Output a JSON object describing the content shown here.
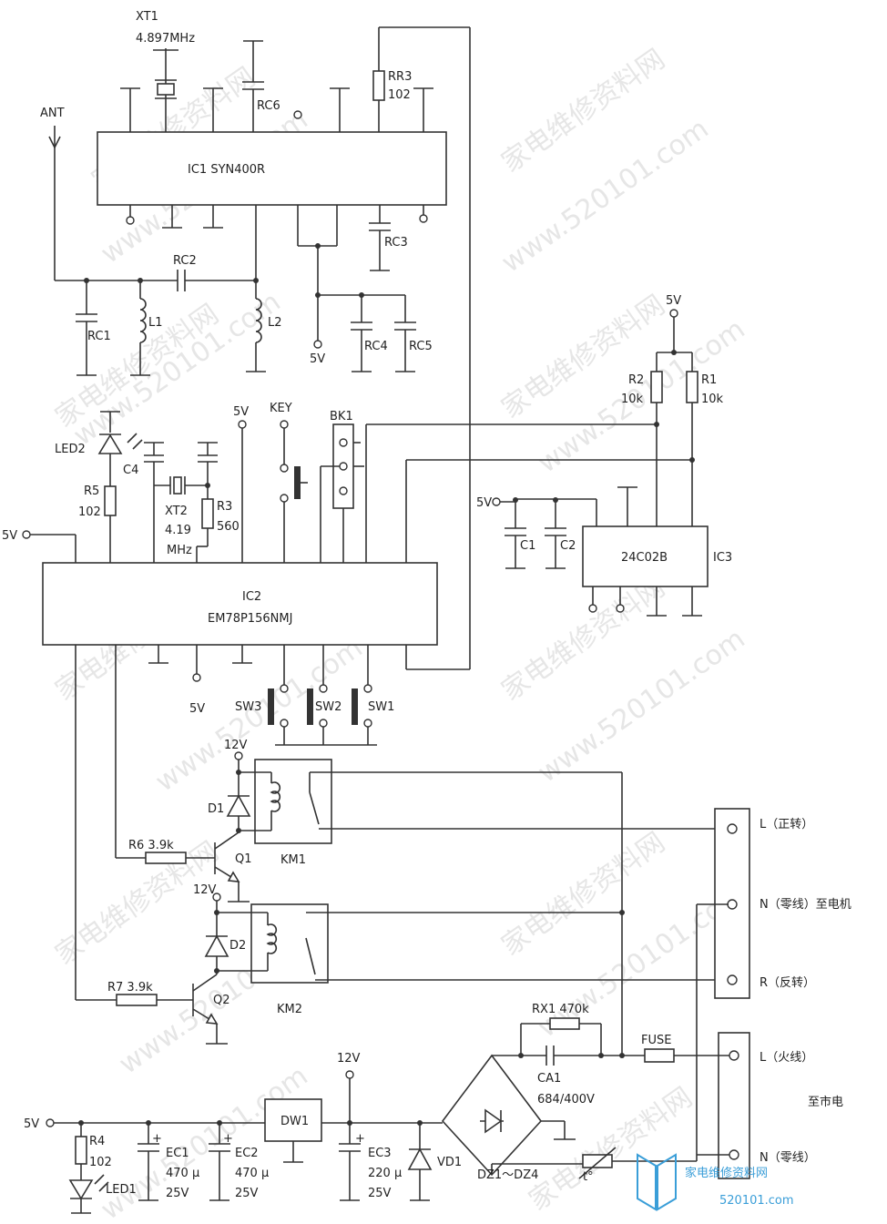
{
  "labels": {
    "xt1": "XT1",
    "xt1_freq": "4.897MHz",
    "ant": "ANT",
    "rc6": "RC6",
    "rr3": "RR3",
    "rr3_val": "102",
    "ic1": "IC1  SYN400R",
    "rc3": "RC3",
    "rc2": "RC2",
    "rc1": "RC1",
    "l1": "L1",
    "l2": "L2",
    "rc4": "RC4",
    "rc5": "RC5",
    "v5_a": "5V",
    "vcc5_r": "5V",
    "r2": "R2",
    "r2_val": "10k",
    "r1": "R1",
    "r1_val": "10k",
    "led2": "LED2",
    "c4": "C4",
    "r5": "R5",
    "r5_val": "102",
    "xt2": "XT2",
    "xt2_val": "4.19",
    "xt2_unit": "MHz",
    "r3": "R3",
    "r3_val": "560",
    "v5_b": "5V",
    "key": "KEY",
    "bk1": "BK1",
    "v5_c": "5V",
    "c1": "C1",
    "c2": "C2",
    "ic3_part": "24C02B",
    "ic3": "IC3",
    "v5_left": "5V",
    "ic2": "IC2",
    "ic2_part": "EM78P156NMJ",
    "v5_d": "5V",
    "sw3": "SW3",
    "sw2": "SW2",
    "sw1": "SW1",
    "v12_a": "12V",
    "d1": "D1",
    "r6": "R6  3.9k",
    "q1": "Q1",
    "km1": "KM1",
    "v12_b": "12V",
    "d2": "D2",
    "r7": "R7  3.9k",
    "q2": "Q2",
    "km2": "KM2",
    "term_l_fwd": "L（正转）",
    "term_n_neutral": "N（零线）至电机",
    "term_r_rev": "R（反转）",
    "rx1": "RX1  470k",
    "ca1": "CA1",
    "ca1_val": "684/400V",
    "fuse": "FUSE",
    "term_l_live": "L（火线）",
    "to_mains": "至市电",
    "term_n_mains": "N（零线）",
    "v12_c": "12V",
    "dw1": "DW1",
    "v5_e": "5V",
    "r4": "R4",
    "r4_val": "102",
    "led1": "LED1",
    "ec1": "EC1",
    "ec1_c": "470 μ",
    "ec1_v": "25V",
    "ec2": "EC2",
    "ec2_c": "470 μ",
    "ec2_v": "25V",
    "ec3": "EC3",
    "ec3_c": "220 μ",
    "ec3_v": "25V",
    "vd1": "VD1",
    "dz": "DZ1～DZ4"
  },
  "watermark": {
    "site": "www.520101.com",
    "brand": "家电维修资料网"
  },
  "logo": {
    "text": "家电维修资料网",
    "url": "520101.com"
  },
  "colors": {
    "ink": "#333333",
    "logo": "#3a9ed8",
    "watermark": "#e6e6e6"
  }
}
